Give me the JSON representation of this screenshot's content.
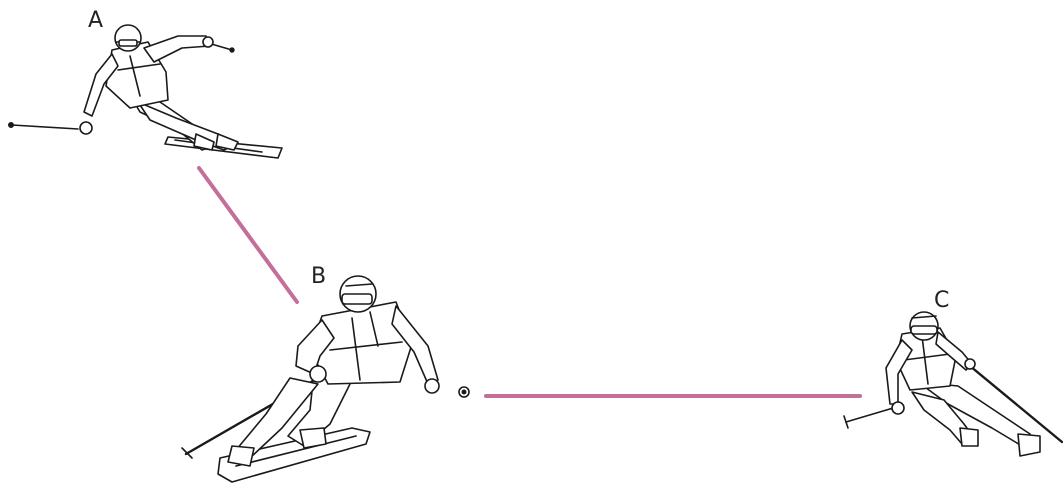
{
  "skiers": [
    {
      "id": "A",
      "label": "A",
      "pose": "upper-left"
    },
    {
      "id": "B",
      "label": "B",
      "pose": "center"
    },
    {
      "id": "C",
      "label": "C",
      "pose": "right"
    }
  ],
  "connectors": [
    {
      "from": "A",
      "to": "B"
    },
    {
      "from": "B",
      "to": "C"
    }
  ],
  "colors": {
    "connector": "#c46e9a",
    "line_art": "#1a1a1a",
    "background": "#ffffff"
  }
}
